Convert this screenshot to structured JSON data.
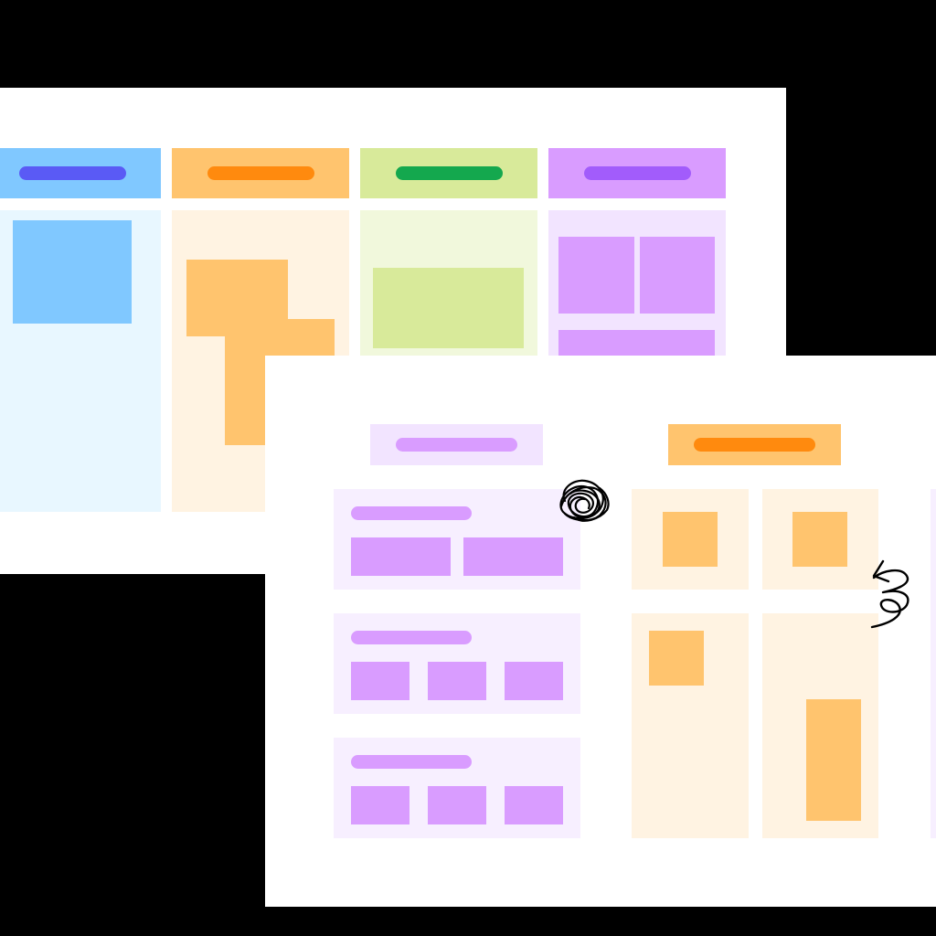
{
  "colors": {
    "background": "#000000",
    "board": "#ffffff",
    "blue": {
      "header": "#80c8ff",
      "pill": "#5a5af5",
      "column": "#e8f7ff",
      "card": "#80c8ff"
    },
    "orange": {
      "header": "#ffc46e",
      "pill": "#ff8a0e",
      "column": "#fff3e2",
      "card": "#ffc46e"
    },
    "green": {
      "header": "#d8ea9a",
      "pill": "#14a84e",
      "column": "#f1f8dc",
      "card": "#d8ea9a"
    },
    "purple": {
      "header": "#d99cff",
      "pill": "#a25cfb",
      "column": "#f2e4ff",
      "card": "#d99cff",
      "panel": "#f7efff",
      "header_light": "#f2e4ff",
      "pill_light": "#d99cff"
    },
    "scribble": "#000000"
  },
  "icons": {
    "scribble": "scribble-icon",
    "undo_arrow": "undo-arrow-icon"
  },
  "back_board": {
    "columns": [
      {
        "name": "blue"
      },
      {
        "name": "orange"
      },
      {
        "name": "green"
      },
      {
        "name": "purple"
      }
    ]
  },
  "front_board": {
    "groups": [
      {
        "name": "purple-list"
      },
      {
        "name": "orange-grid"
      }
    ]
  }
}
